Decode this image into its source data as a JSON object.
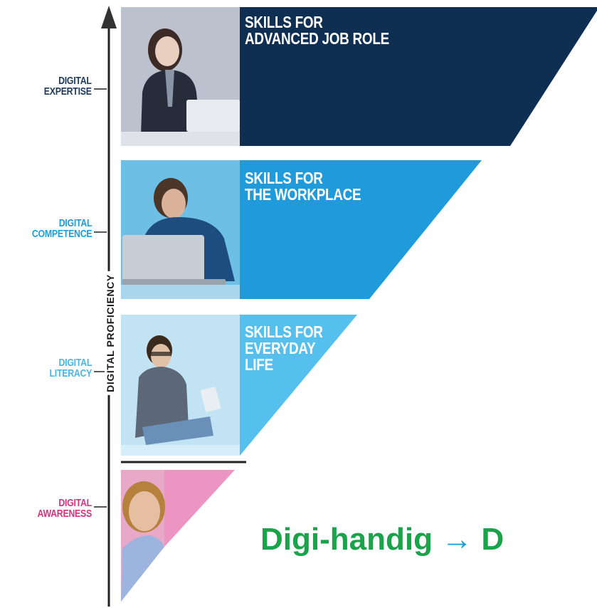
{
  "axis_label": "DIGITAL PROFICIENCY",
  "levels": [
    {
      "label": "DIGITAL\nEXPERTISE",
      "color": "#1d3a5c",
      "band_title": "SKILLS FOR\nADVANCED JOB ROLE",
      "band_color": "#0e2f52",
      "photo_desc": "businesswoman-photo"
    },
    {
      "label": "DIGITAL\nCOMPETENCE",
      "color": "#1a9fd8",
      "band_title": "SKILLS FOR\nTHE WORKPLACE",
      "band_color": "#1f9bdc",
      "photo_desc": "man-with-laptop-photo"
    },
    {
      "label": "DIGITAL\nLITERACY",
      "color": "#46b6e4",
      "band_title": "SKILLS FOR\nEVERYDAY\nLIFE",
      "band_color": "#55c0ee",
      "photo_desc": "young-man-with-tablet-photo"
    },
    {
      "label": "DIGITAL\nAWARENESS",
      "color": "#d6337f",
      "band_title": "",
      "band_color": "#ec94c2",
      "photo_desc": "woman-portrait-photo"
    }
  ],
  "caption": {
    "text_start": "Digi-handig ",
    "arrow": "→",
    "text_end": " D",
    "color": "#1aa34a",
    "arrow_color": "#1a9fd8"
  }
}
